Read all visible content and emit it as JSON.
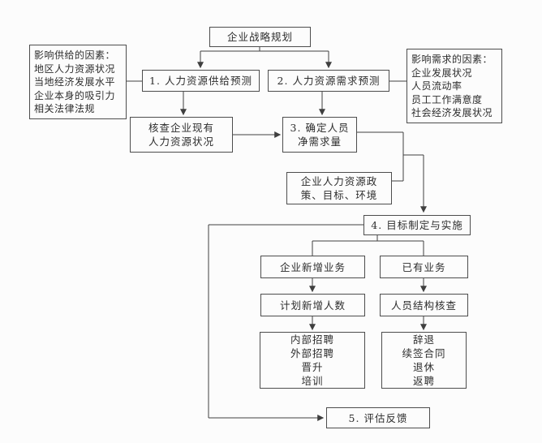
{
  "diagram_type": "flowchart",
  "language": "zh-CN",
  "colors": {
    "background": "#fcfcfc",
    "box_border": "#4d4d4d",
    "line": "#3f3f3f",
    "text": "#2d2d2d"
  },
  "nodes": {
    "strategic_planning": "企业战略规划",
    "supply_factors": "影响供给的因素：\n地区人力资源状况\n当地经济发展水平\n企业本身的吸引力\n相关法律法规",
    "demand_factors": "影响需求的因素：\n企业发展状况\n人员流动率\n员工工作满意度\n社会经济发展状况",
    "supply_forecast": "1. 人力资源供给预测",
    "demand_forecast": "2. 人力资源需求预测",
    "check_existing_hr": "核查企业现有\n人力资源状况",
    "net_demand": "3. 确定人员\n净需求量",
    "hr_policy": "企业人力资源政\n策、目标、环境",
    "goal_implementation": "4. 目标制定与实施",
    "new_business": "企业新增业务",
    "existing_business": "已有业务",
    "planned_headcount": "计划新增人数",
    "structure_check": "人员结构核查",
    "new_hire_methods": "内部招聘\n外部招聘\n晋升\n培训",
    "existing_staff_actions": "辞退\n续签合同\n退休\n返聘",
    "evaluation_feedback": "5. 评估反馈"
  }
}
